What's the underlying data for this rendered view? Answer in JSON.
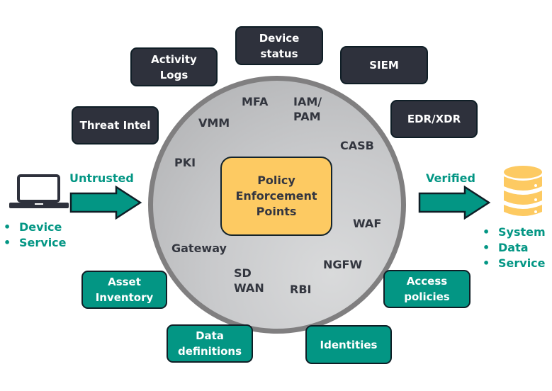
{
  "colors": {
    "dark_box": "#2e313c",
    "teal_box": "#039684",
    "center_box": "#fdca62",
    "circle_fill": "#c9cacc",
    "circle_border": "#807f80",
    "database_icon": "#fdca62",
    "laptop_icon": "#2e313c",
    "green_text": "#039684"
  },
  "source": {
    "icon": "laptop-icon",
    "arrow_label": "Untrusted",
    "items": [
      "Device",
      "Service"
    ]
  },
  "destination": {
    "icon": "database-icon",
    "arrow_label": "Verified",
    "items": [
      "System",
      "Data",
      "Service"
    ]
  },
  "center": {
    "label_lines": [
      "Policy",
      "Enforcement",
      "Points"
    ]
  },
  "ring_labels": {
    "mfa": "MFA",
    "iam": [
      "IAM/",
      "PAM"
    ],
    "vmm": "VMM",
    "casb": "CASB",
    "pki": "PKI",
    "waf": "WAF",
    "gateway": "Gateway",
    "ngfw": "NGFW",
    "sdwan": [
      "SD",
      "WAN"
    ],
    "rbi": "RBI"
  },
  "dark_inputs": {
    "threat_intel": "Threat Intel",
    "activity_logs": [
      "Activity",
      "Logs"
    ],
    "device_status": [
      "Device",
      "status"
    ],
    "siem": "SIEM",
    "edr_xdr": "EDR/XDR"
  },
  "teal_inputs": {
    "asset_inventory": [
      "Asset",
      "Inventory"
    ],
    "data_definitions": [
      "Data",
      "definitions"
    ],
    "identities": "Identities",
    "access_policies": [
      "Access",
      "policies"
    ]
  }
}
